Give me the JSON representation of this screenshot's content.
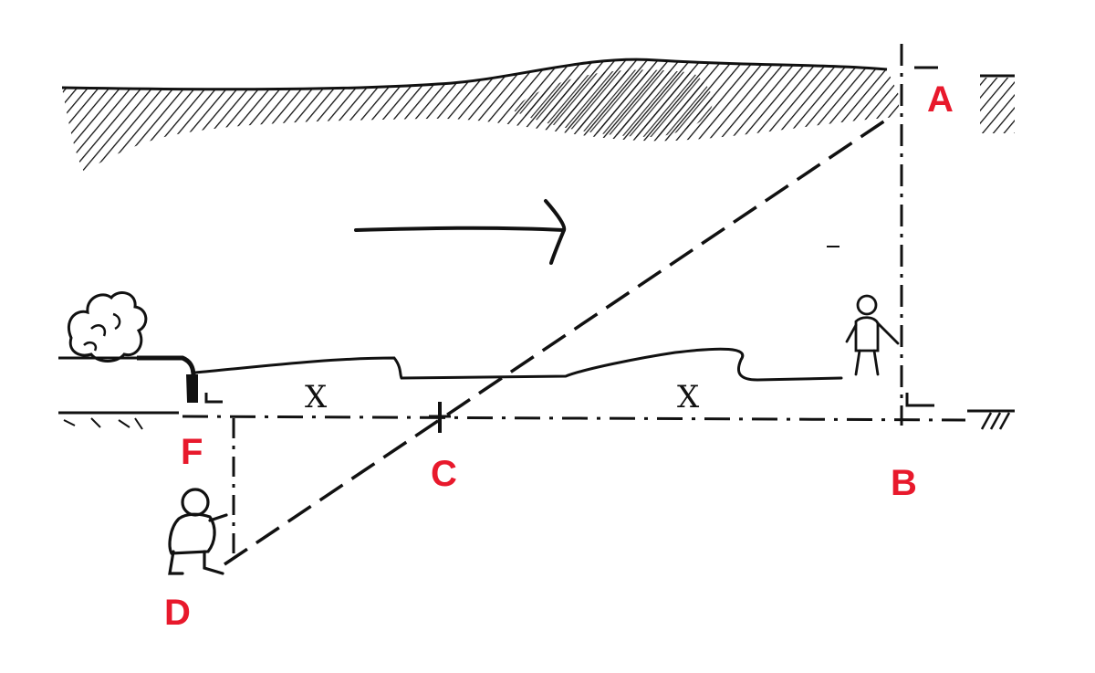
{
  "diagram": {
    "points": {
      "A": "A",
      "B": "B",
      "C": "C",
      "D": "D",
      "F": "F"
    },
    "distance_labels": {
      "left": "X",
      "right": "X"
    },
    "colors": {
      "label": "#e8192c",
      "ink": "#111111",
      "background": "#ffffff"
    }
  }
}
